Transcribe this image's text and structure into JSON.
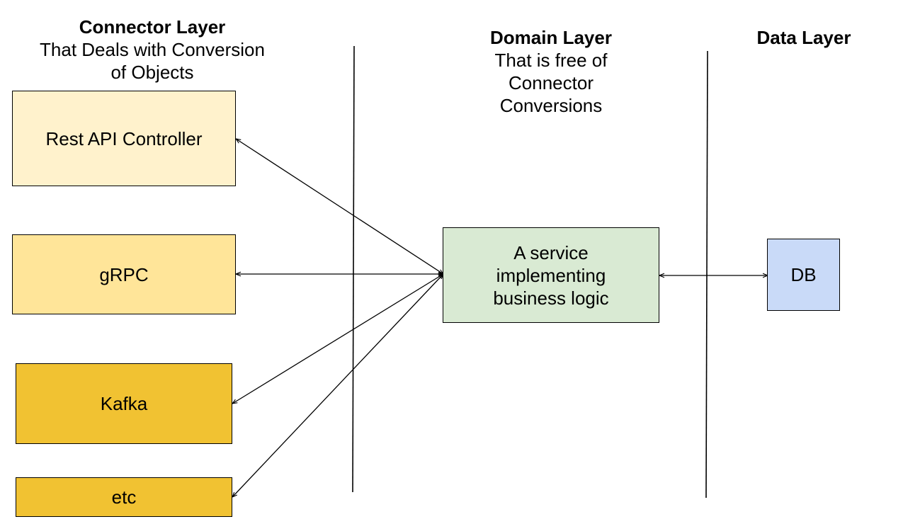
{
  "layers": {
    "connector": {
      "title": "Connector Layer",
      "subtitle": "That Deals with Conversion\nof Objects"
    },
    "domain": {
      "title": "Domain Layer",
      "subtitle": "That is free of\nConnector\nConversions"
    },
    "data": {
      "title": "Data Layer"
    }
  },
  "nodes": {
    "rest": {
      "label": "Rest API Controller",
      "color": "#fff2cc"
    },
    "grpc": {
      "label": "gRPC",
      "color": "#ffe599"
    },
    "kafka": {
      "label": "Kafka",
      "color": "#f1c232"
    },
    "etc": {
      "label": "etc",
      "color": "#f1c232"
    },
    "service": {
      "label": "A service\nimplementing\nbusiness logic",
      "color": "#d9ead3"
    },
    "db": {
      "label": "DB",
      "color": "#c9daf8"
    }
  }
}
